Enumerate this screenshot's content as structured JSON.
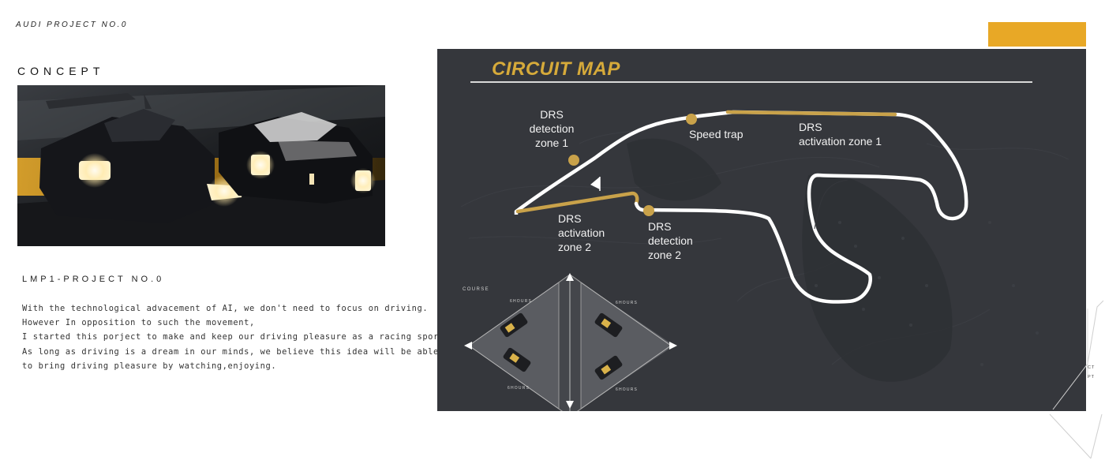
{
  "header": {
    "brand": "AUDI PROJECT NO.0",
    "accent_color": "#e8a826"
  },
  "concept": {
    "heading": "CONCEPT",
    "photo_alt": "Two LMP1 race cars at night with glowing headlights"
  },
  "project": {
    "title": "LMP1-PROJECT NO.0",
    "paragraph_lines": [
      "With the technological advacement of AI, we don't need to focus on driving.",
      "However In opposition to such the movement,",
      "I started this porject to make and keep our driving pleasure as a racing sport.",
      "As long as driving is a dream in our minds, we believe this idea will be able",
      "to bring driving pleasure by watching,enjoying."
    ]
  },
  "circuit_map": {
    "title": "CIRCUIT MAP",
    "track_color": "#ffffff",
    "zone_color": "#c9a24a",
    "panel_color": "#35373c",
    "labels": {
      "drs_detection_1": [
        "DRS",
        "detection",
        "zone 1"
      ],
      "speed_trap": "Speed trap",
      "drs_activation_1": [
        "DRS",
        "activation zone 1"
      ],
      "drs_activation_2": [
        "DRS",
        "activation",
        "zone 2"
      ],
      "drs_detection_2": [
        "DRS",
        "detection",
        "zone 2"
      ]
    }
  },
  "course": {
    "label": "COURSE",
    "hours": [
      "6HOURS",
      "6HOURS",
      "6HOURS",
      "6HOURS"
    ]
  },
  "corner": {
    "text_top": "CT",
    "text_bottom": "PT"
  }
}
